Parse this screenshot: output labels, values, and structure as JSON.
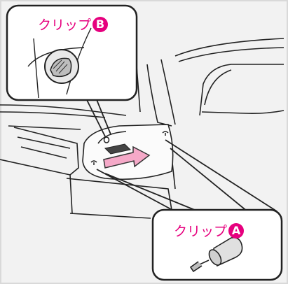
{
  "callout_b": {
    "label": "クリップ",
    "badge": "B"
  },
  "callout_a": {
    "label": "クリップ",
    "badge": "A"
  },
  "colors": {
    "accent": "#e6007e",
    "arrow": "#f5a9c8",
    "line": "#222222",
    "panel": "#f2f2f2",
    "frame_border": "#d9d9d9"
  },
  "icons": [
    "clip-b-icon",
    "clip-a-icon",
    "push-arrow-icon"
  ]
}
